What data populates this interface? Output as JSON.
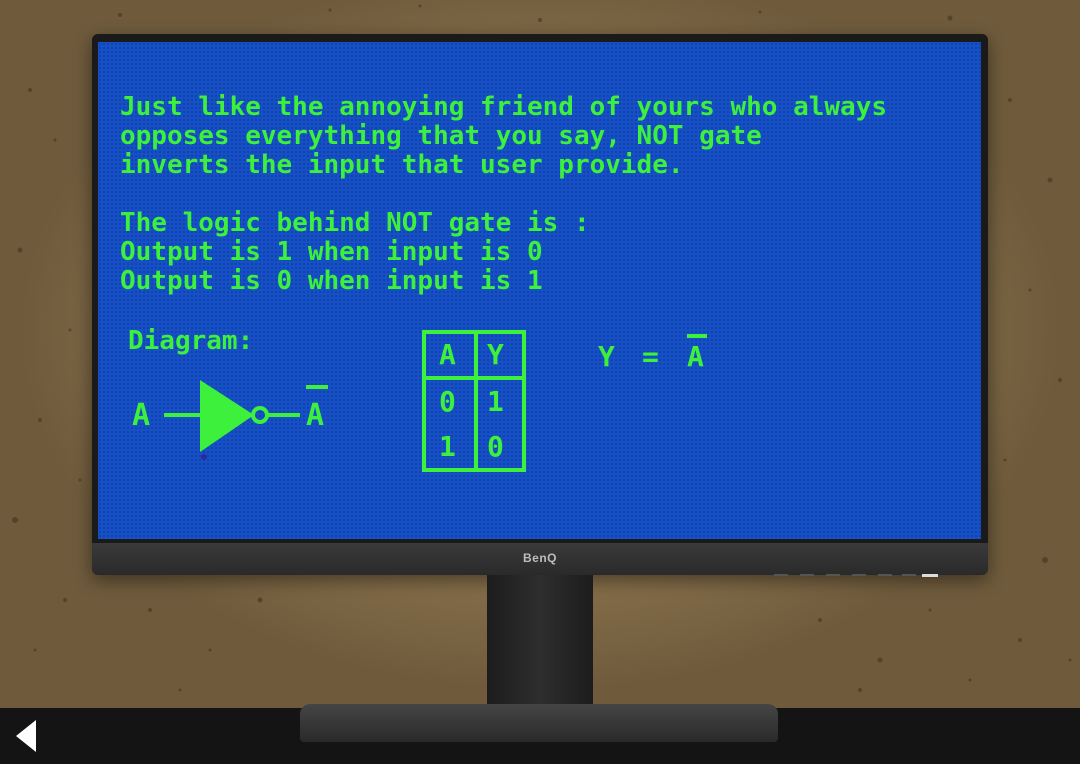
{
  "screen": {
    "paragraph_lines": [
      "Just like the annoying friend of yours who always",
      "opposes everything that you say, NOT gate",
      "inverts the input that user provide."
    ],
    "logic_lines": [
      "The logic behind NOT gate is :",
      "Output is 1 when input is 0",
      "Output is 0 when input is 1"
    ],
    "diagram_label": "Diagram:",
    "gate": {
      "input_label": "A",
      "output_label": "A"
    },
    "truth_table": {
      "headers": [
        "A",
        "Y"
      ],
      "rows": [
        [
          "0",
          "1"
        ],
        [
          "1",
          "0"
        ]
      ]
    },
    "equation": {
      "lhs": "Y",
      "equals": "=",
      "rhs": "A"
    },
    "text_color": "#3cf03c",
    "background_color": "#1650c8"
  },
  "monitor": {
    "brand": "BenQ"
  },
  "nav": {
    "back_icon": "triangle-left-icon"
  }
}
